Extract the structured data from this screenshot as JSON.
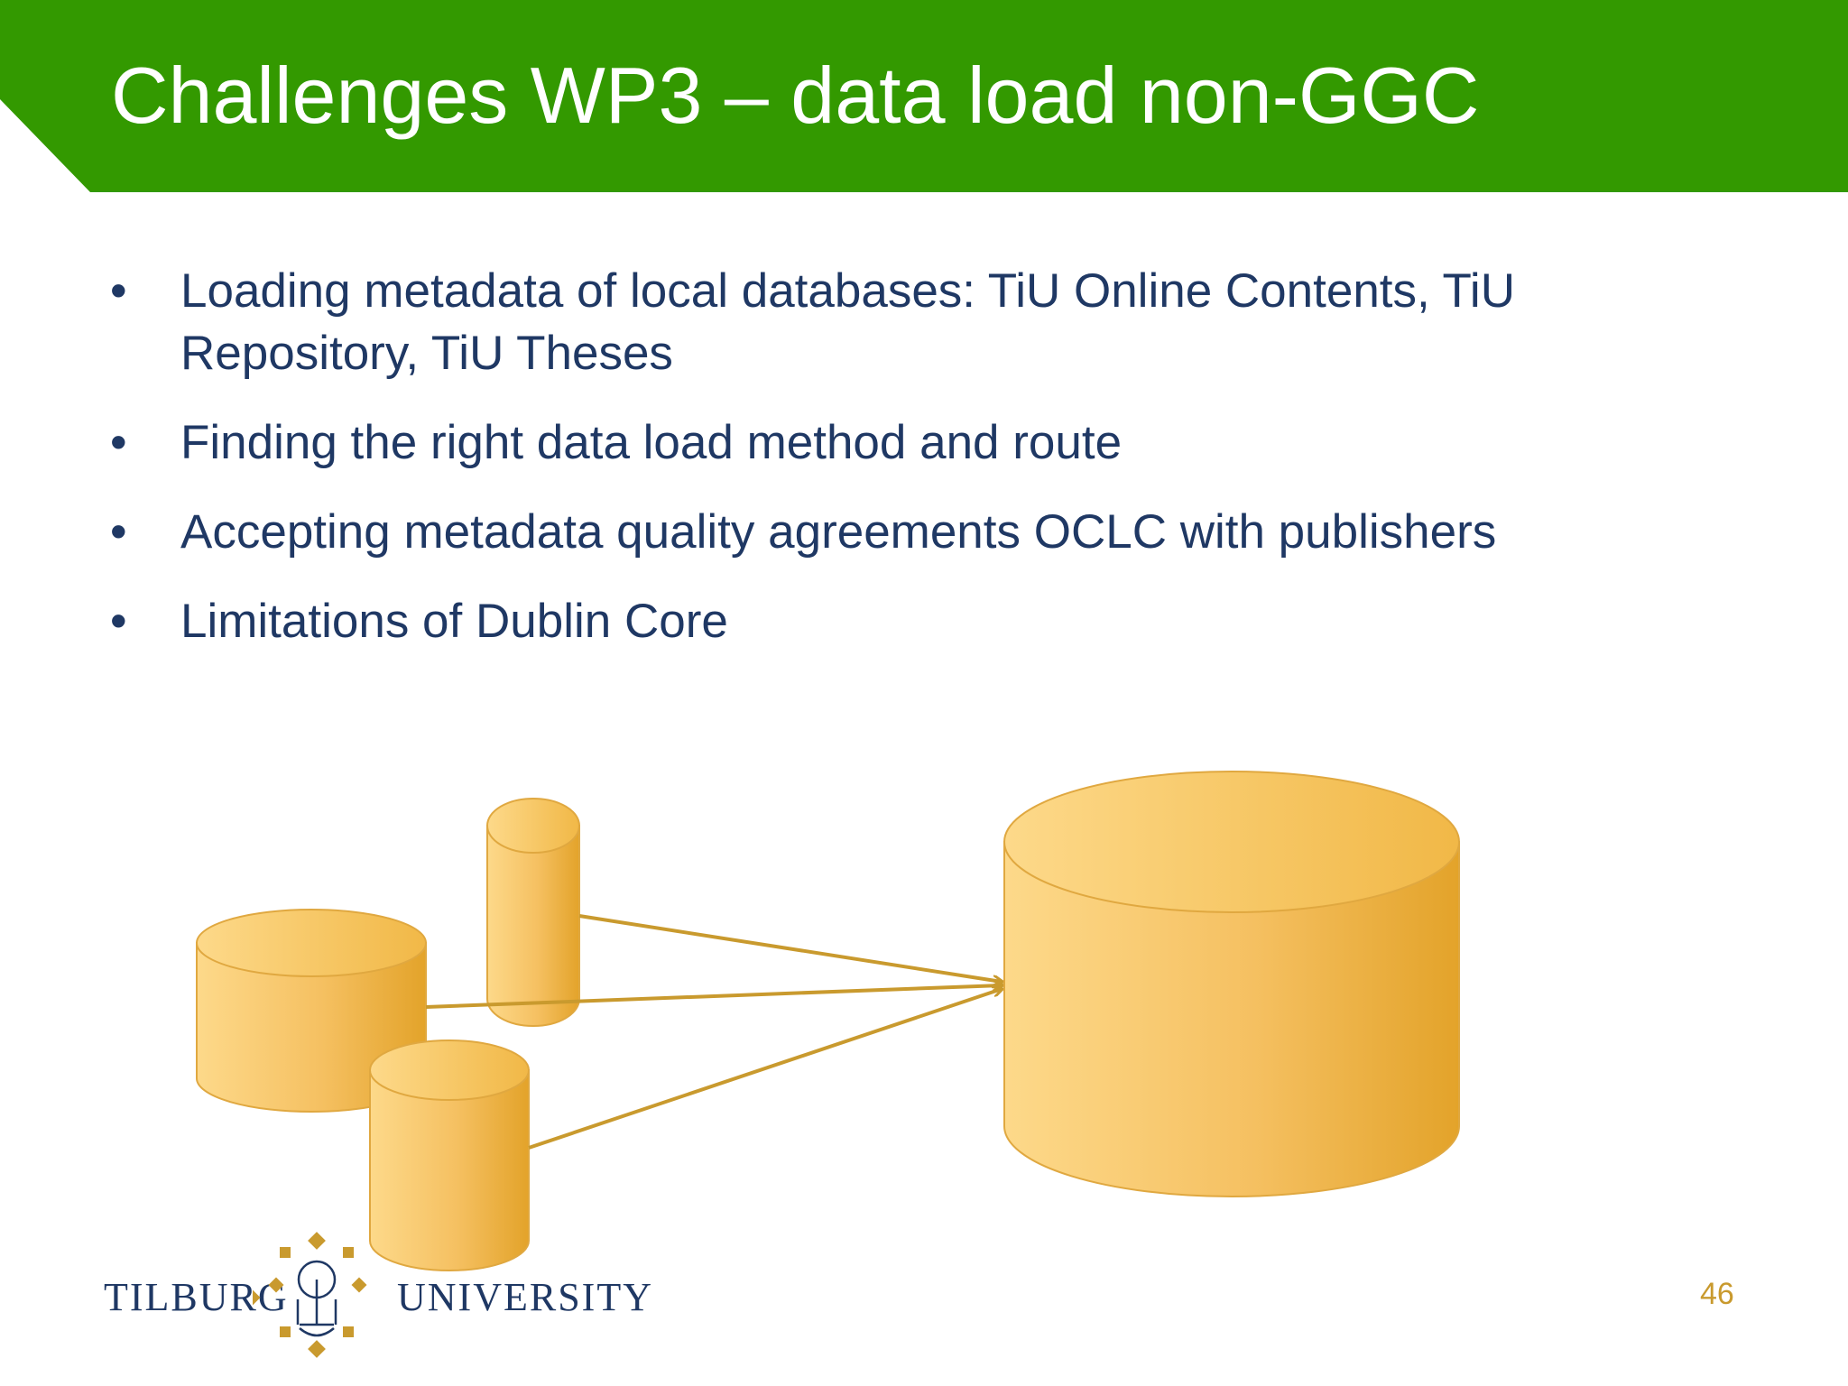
{
  "slide": {
    "title": "Challenges WP3 – data load non-GGC",
    "bullets": [
      "Loading metadata of local databases: TiU Online Contents, TiU Repository, TiU Theses",
      "Finding the right data load method and route",
      "Accepting metadata quality agreements OCLC with publishers",
      "Limitations of Dublin Core"
    ],
    "page_number": "46"
  },
  "logo": {
    "left_word": "TILBURG",
    "right_word": "UNIVERSITY"
  },
  "colors": {
    "header_green": "#339900",
    "text_navy": "#1f3864",
    "cylinder_light": "#fdd98a",
    "cylinder_dark": "#e3a32a",
    "arrow_gold": "#c99a2e"
  },
  "diagram": {
    "icons": [
      "database-cylinder",
      "database-cylinder",
      "database-cylinder",
      "database-cylinder"
    ]
  }
}
